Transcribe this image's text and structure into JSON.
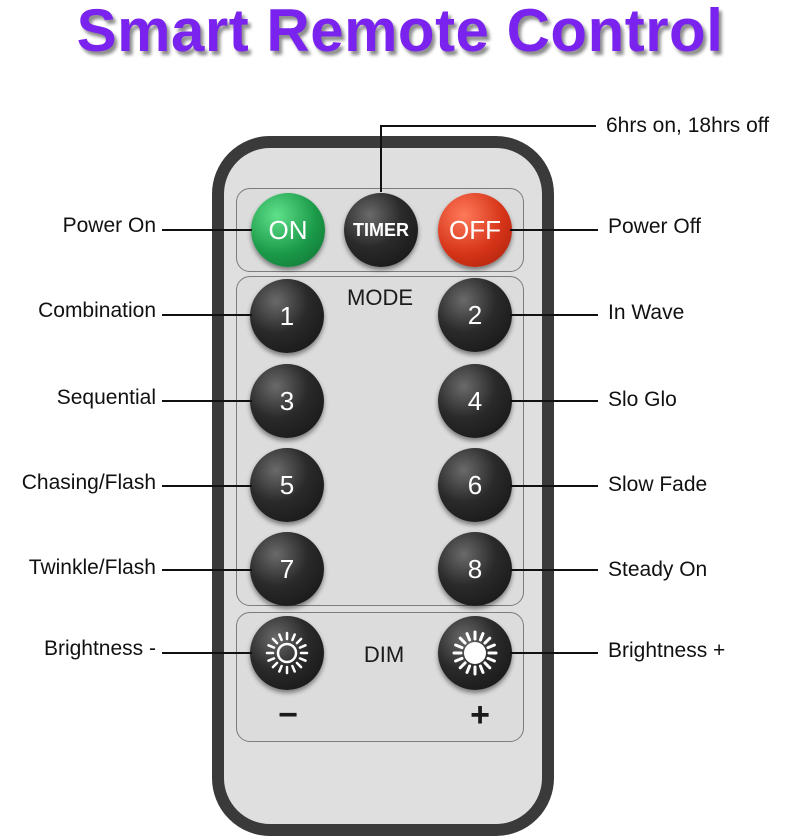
{
  "title": "Smart Remote Control",
  "colors": {
    "title": "#7a22ee",
    "on_button": "#1b9a49",
    "off_button": "#d63418",
    "dark_button": "#1a1a1a",
    "remote_body": "#dfdfdf",
    "remote_frame": "#3a3a3a"
  },
  "top_row": {
    "on": "ON",
    "timer": "TIMER",
    "off": "OFF"
  },
  "mode_panel": {
    "label": "MODE",
    "buttons": [
      "1",
      "2",
      "3",
      "4",
      "5",
      "6",
      "7",
      "8"
    ]
  },
  "dim_panel": {
    "label": "DIM",
    "minus": "−",
    "plus": "+",
    "minus_icon": "sun-outline-icon",
    "plus_icon": "sun-filled-icon"
  },
  "callouts": {
    "timer": "6hrs on, 18hrs off",
    "power_on": "Power On",
    "power_off": "Power Off",
    "mode_1": "Combination",
    "mode_2": "In Wave",
    "mode_3": "Sequential",
    "mode_4": "Slo Glo",
    "mode_5": "Chasing/Flash",
    "mode_6": "Slow Fade",
    "mode_7": "Twinkle/Flash",
    "mode_8": "Steady On",
    "brightness_minus": "Brightness -",
    "brightness_plus": "Brightness +"
  }
}
